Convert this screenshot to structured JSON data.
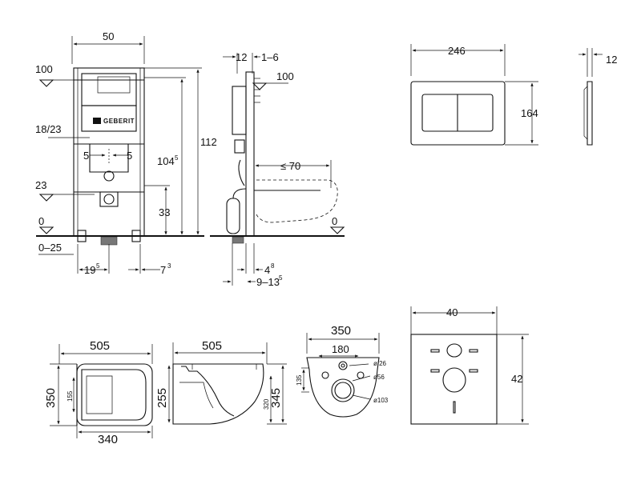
{
  "frame_front": {
    "width": "50",
    "height_total": "112",
    "height_top": "104",
    "height_top_sup": "5",
    "level_top": "100",
    "range_spacing": "18/23",
    "inner_left": "5",
    "inner_right": "5",
    "level_mid": "23",
    "height_inlet": "33",
    "level_floor": "0",
    "floor_range": "0–25",
    "bottom_left": "19",
    "bottom_left_sup": "5",
    "bottom_right": "7",
    "bottom_right_sup": "3",
    "brand": "GEBERIT"
  },
  "frame_side": {
    "depth_top": "12",
    "depth_range": "1–6",
    "level_top": "100",
    "projection": "≤ 70",
    "level_floor": "0",
    "bottom_a": "4",
    "bottom_a_sup": "8",
    "bottom_b": "9–13",
    "bottom_b_sup": "5"
  },
  "plate_front": {
    "width": "246",
    "height": "164"
  },
  "plate_side": {
    "depth": "12"
  },
  "wc_top": {
    "length": "505",
    "width": "350",
    "inner_width": "340",
    "inner_dim": "155"
  },
  "wc_side": {
    "length": "505",
    "height": "255",
    "height_mid": "320",
    "height_total": "345"
  },
  "wc_back": {
    "width": "350",
    "hole_spacing": "180",
    "hole_dia_small": "ø 26",
    "hole_dia_mid": "ø56",
    "hole_dia_large": "ø103",
    "height_holes": "135"
  },
  "sound_mat": {
    "width": "40",
    "height": "42"
  }
}
